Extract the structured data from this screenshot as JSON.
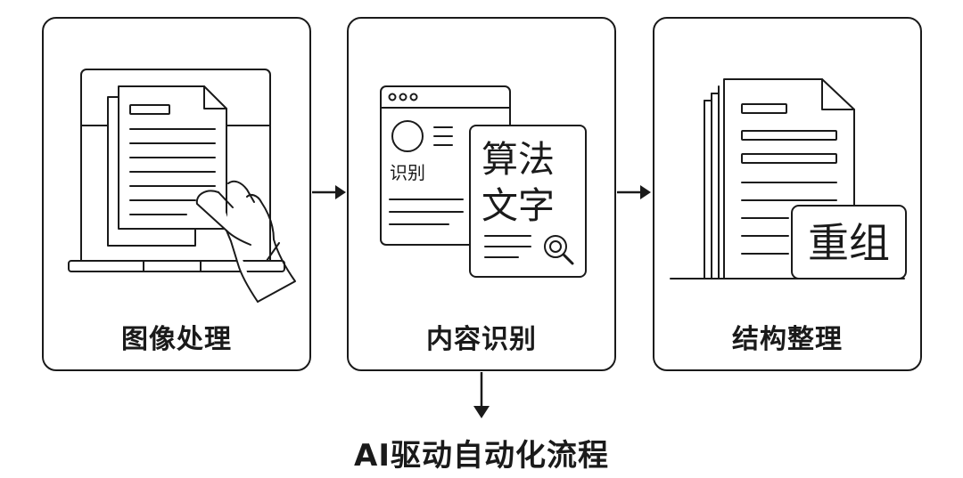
{
  "steps": [
    {
      "label": "图像处理",
      "icon": "scanner-document-hand-icon"
    },
    {
      "label": "内容识别",
      "icon": "text-recognition-icon",
      "small_text": "识别",
      "big_text_line1": "算法",
      "big_text_line2": "文字"
    },
    {
      "label": "结构整理",
      "icon": "document-stack-icon",
      "badge_text": "重组"
    }
  ],
  "footer": {
    "label": "AI驱动自动化流程"
  }
}
